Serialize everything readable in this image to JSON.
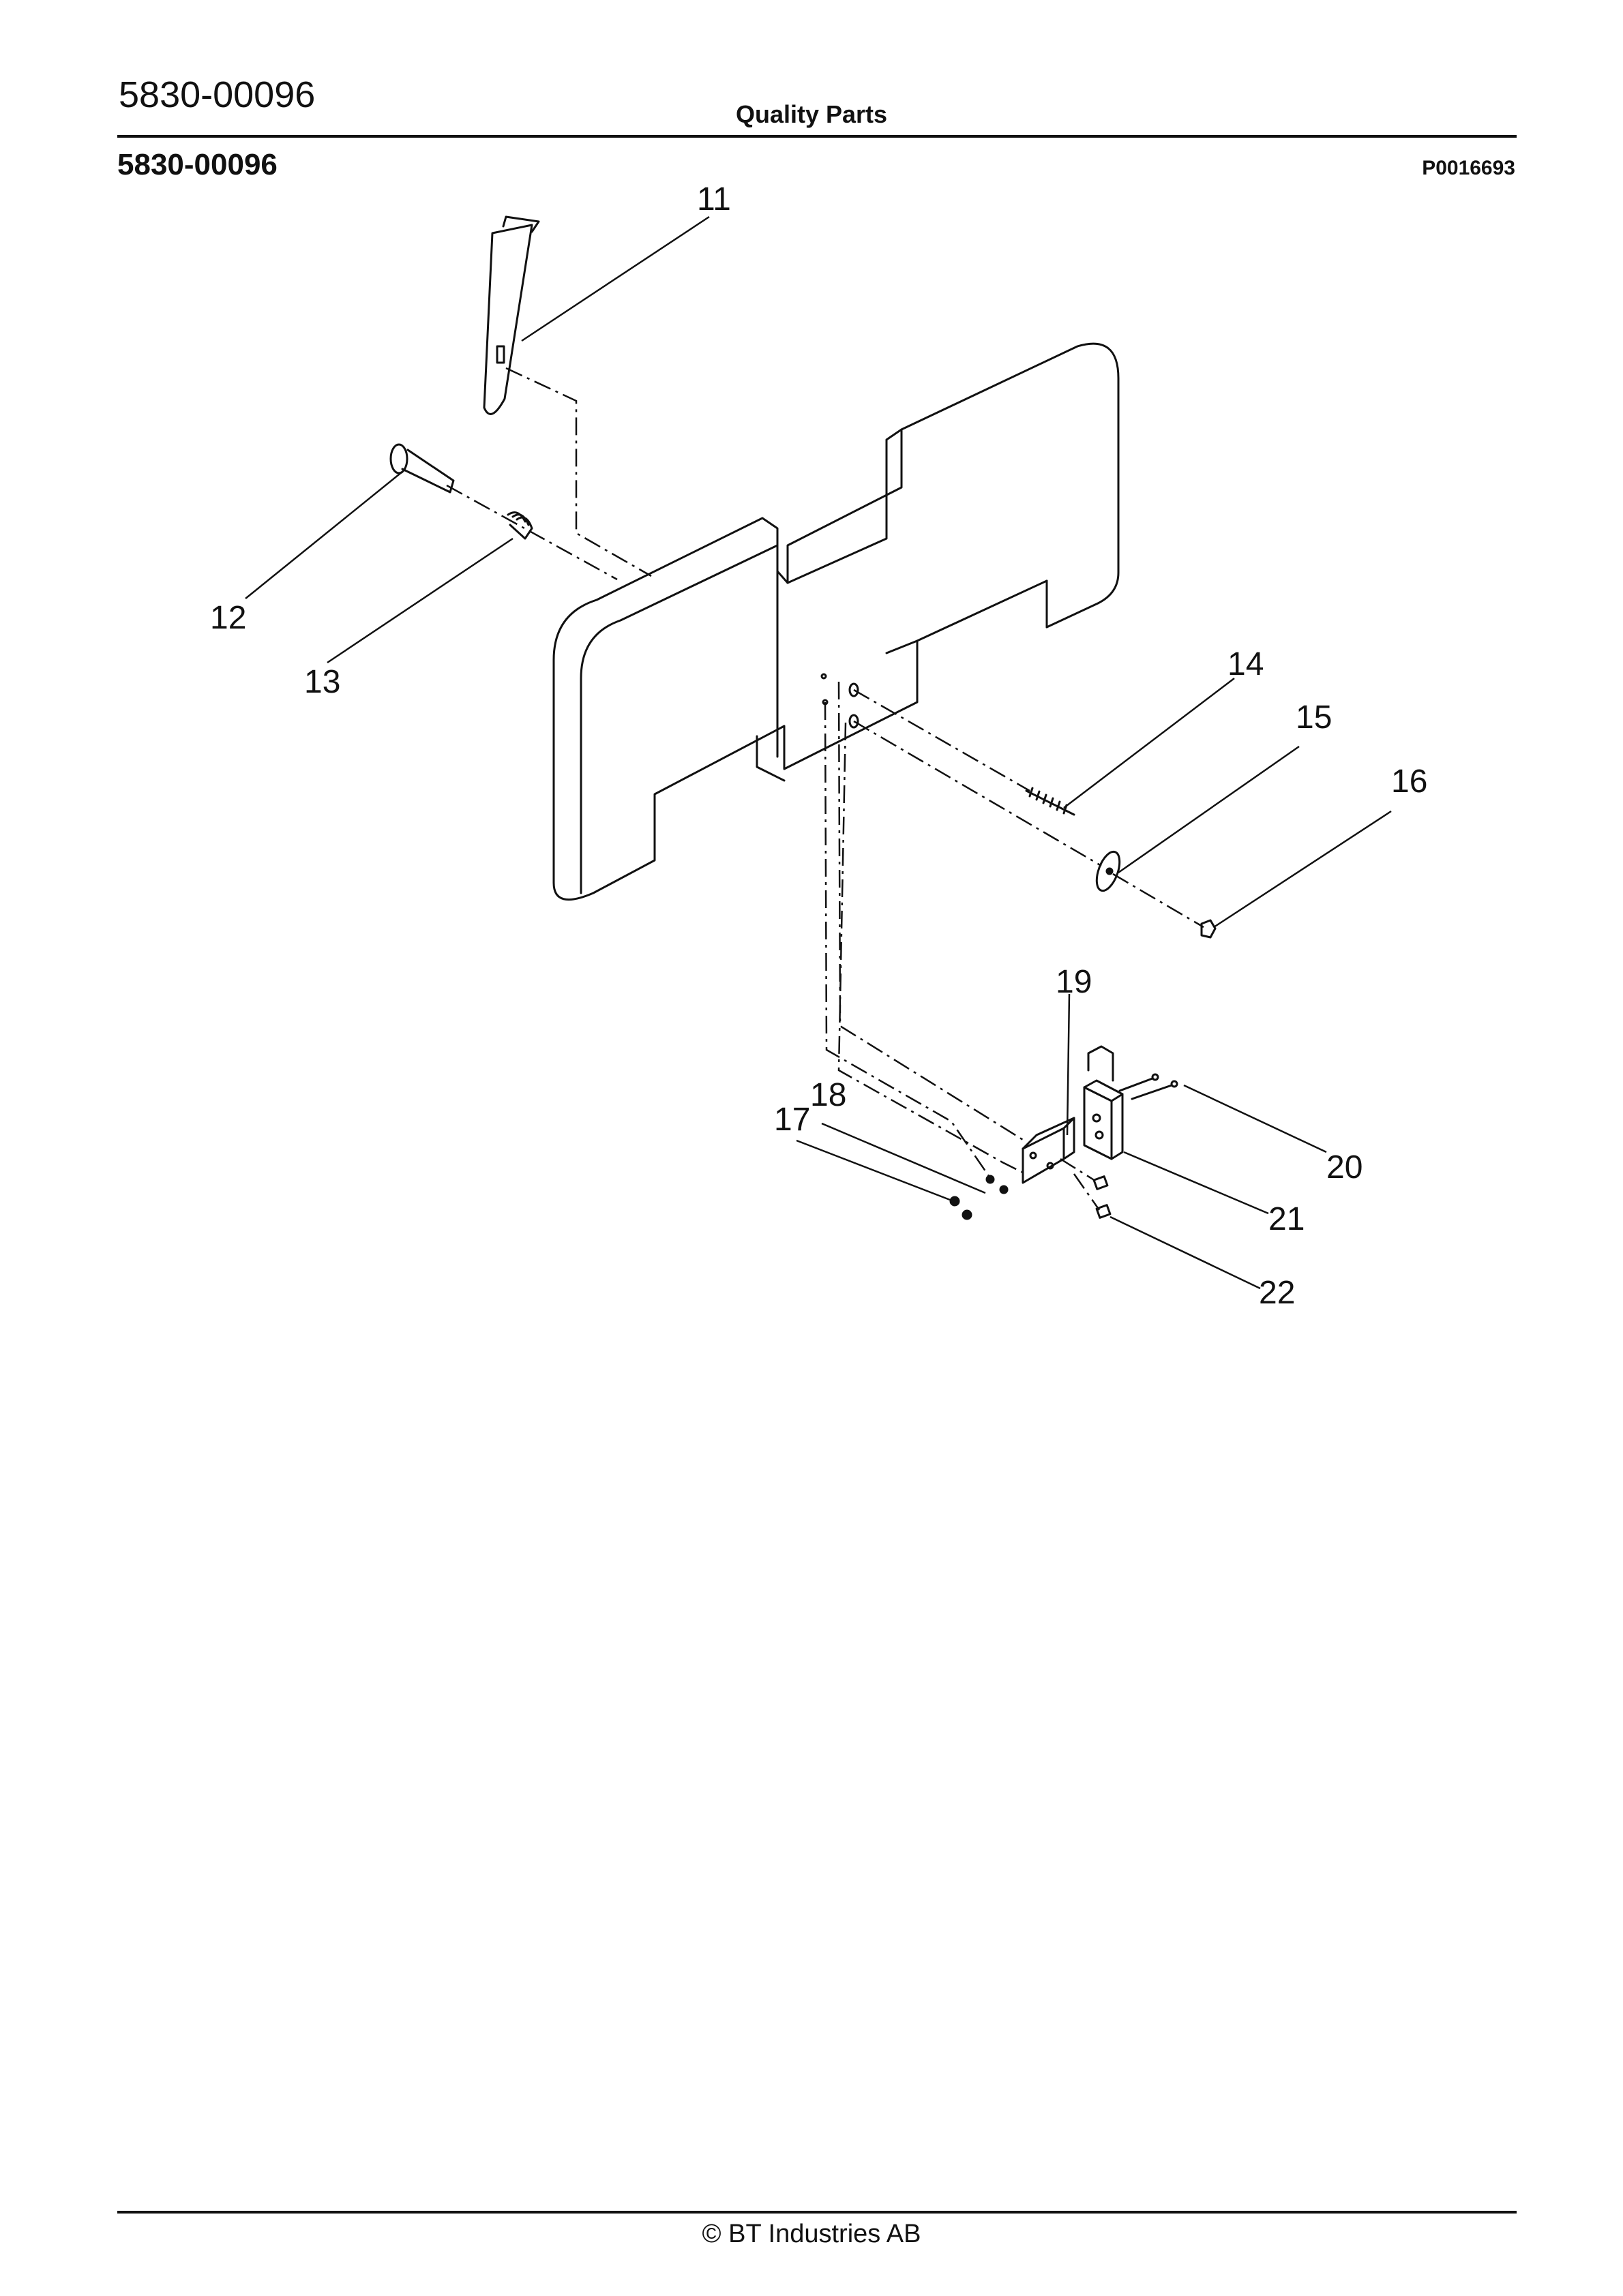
{
  "header": {
    "doc_code": "5830-00096",
    "title": "Quality Parts"
  },
  "section": {
    "code": "5830-00096",
    "figure_id": "P0016693"
  },
  "callouts": {
    "c11": "11",
    "c12": "12",
    "c13": "13",
    "c14": "14",
    "c15": "15",
    "c16": "16",
    "c17": "17",
    "c18": "18",
    "c19": "19",
    "c20": "20",
    "c21": "21",
    "c22": "22"
  },
  "footer": {
    "copyright": "© BT Industries AB"
  }
}
